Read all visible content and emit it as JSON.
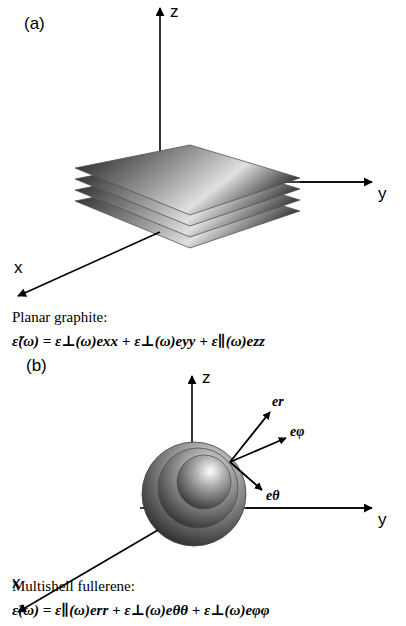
{
  "diagram": {
    "labels": [
      "(a)",
      "z",
      "y",
      "x",
      "Planar graphite:",
      "ε̃(ω) = ε⊥(ω)exx + ε⊥(ω)eyy + ε∥(ω)ezz",
      "(b)",
      "z",
      "y",
      "x",
      "er",
      "eφ",
      "eθ",
      "Multishell fullerene:",
      "ε̃(ω) = ε∥(ω)err + ε⊥(ω)eθθ + ε⊥(ω)eφφ"
    ]
  }
}
